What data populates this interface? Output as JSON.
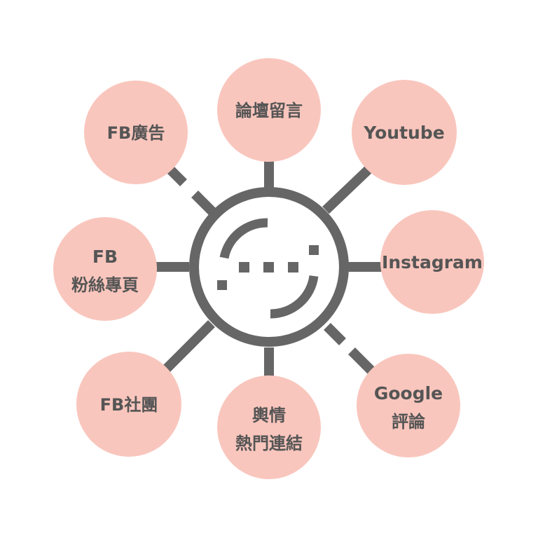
{
  "colors": {
    "node_fill": "#F9C6BD",
    "hub_stroke": "#666666",
    "connector": "#666666",
    "label_text": "#555555",
    "background": "#FFFFFF"
  },
  "hub": {
    "icon": "chat-bubble-ellipsis-icon"
  },
  "nodes": [
    {
      "id": "forum",
      "lines": [
        "論壇留言"
      ]
    },
    {
      "id": "youtube",
      "lines": [
        "Youtube"
      ]
    },
    {
      "id": "instagram",
      "lines": [
        "Instagram"
      ]
    },
    {
      "id": "google",
      "lines": [
        "Google",
        "評論"
      ]
    },
    {
      "id": "news",
      "lines": [
        "輿情",
        "熱門連結"
      ]
    },
    {
      "id": "fb-group",
      "lines": [
        "FB社團"
      ]
    },
    {
      "id": "fb-page",
      "lines": [
        "FB",
        "粉絲專頁"
      ]
    },
    {
      "id": "fb-ads",
      "lines": [
        "FB廣告"
      ]
    }
  ]
}
